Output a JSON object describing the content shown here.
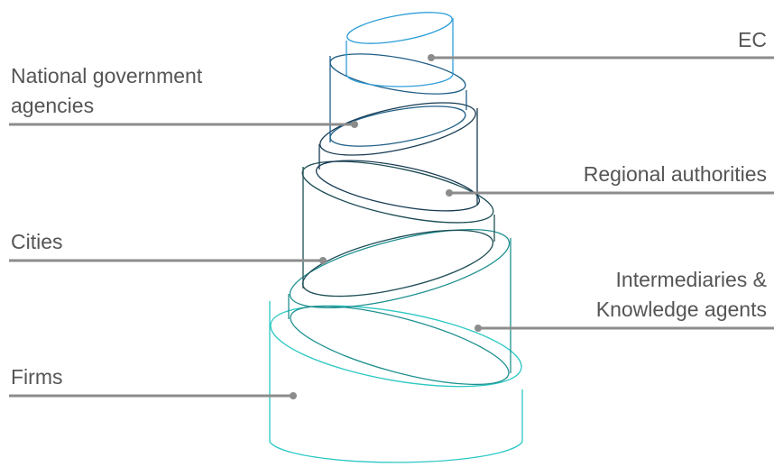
{
  "diagram": {
    "labels": {
      "ec": "EC",
      "national_line1": "National government",
      "national_line2": "agencies",
      "regional": "Regional authorities",
      "cities": "Cities",
      "intermediaries_line1": "Intermediaries &",
      "intermediaries_line2": "Knowledge agents",
      "firms": "Firms"
    },
    "colors": {
      "ec": "#2e9ed8",
      "national": "#1f5e86",
      "regional": "#163a52",
      "cities": "#1d4d55",
      "intermediaries": "#1f9090",
      "firms": "#2cc8c4",
      "leader_line": "#8c8c8c",
      "label_text": "#555555"
    }
  }
}
